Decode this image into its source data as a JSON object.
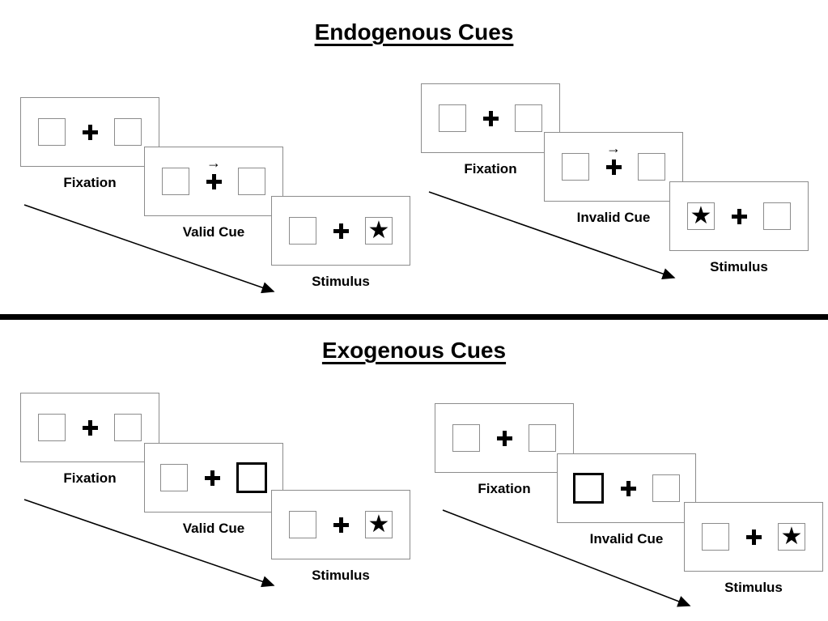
{
  "glyphs": {
    "star": "★",
    "arrow_cue": "→"
  },
  "sections": [
    {
      "title": "Endogenous Cues",
      "sequences": [
        {
          "condition": "valid",
          "cue": {
            "type": "central-arrow",
            "direction": "right"
          },
          "stimulus_star_side": "right",
          "labels": {
            "fixation": "Fixation",
            "cue": "Valid Cue",
            "stimulus": "Stimulus"
          }
        },
        {
          "condition": "invalid",
          "cue": {
            "type": "central-arrow",
            "direction": "right"
          },
          "stimulus_star_side": "left",
          "labels": {
            "fixation": "Fixation",
            "cue": "Invalid Cue",
            "stimulus": "Stimulus"
          }
        }
      ]
    },
    {
      "title": "Exogenous Cues",
      "sequences": [
        {
          "condition": "valid",
          "cue": {
            "type": "box-highlight",
            "side": "right"
          },
          "stimulus_star_side": "right",
          "labels": {
            "fixation": "Fixation",
            "cue": "Valid Cue",
            "stimulus": "Stimulus"
          }
        },
        {
          "condition": "invalid",
          "cue": {
            "type": "box-highlight",
            "side": "left"
          },
          "stimulus_star_side": "right",
          "labels": {
            "fixation": "Fixation",
            "cue": "Invalid Cue",
            "stimulus": "Stimulus"
          }
        }
      ]
    }
  ]
}
